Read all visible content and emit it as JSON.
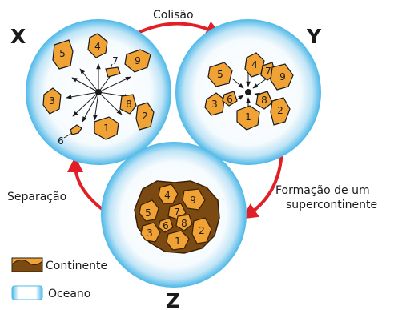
{
  "labels": {
    "x": "X",
    "y": "Y",
    "z": "Z"
  },
  "arrows": {
    "top": "Colisão",
    "left": "Separação",
    "right_line1": "Formação de um",
    "right_line2": "supercontinente"
  },
  "continents": {
    "n1": "1",
    "n2": "2",
    "n3": "3",
    "n4": "4",
    "n5": "5",
    "n6": "6",
    "n7": "7",
    "n8": "8",
    "n9": "9"
  },
  "legend": {
    "continent": "Continente",
    "ocean": "Oceano"
  },
  "colors": {
    "continent_fill": "#f0a235",
    "supercontinent_fill": "#7a4a12",
    "ocean_center": "#ffffff",
    "ocean_edge": "#4db8e8",
    "arrow": "#e01f26"
  }
}
